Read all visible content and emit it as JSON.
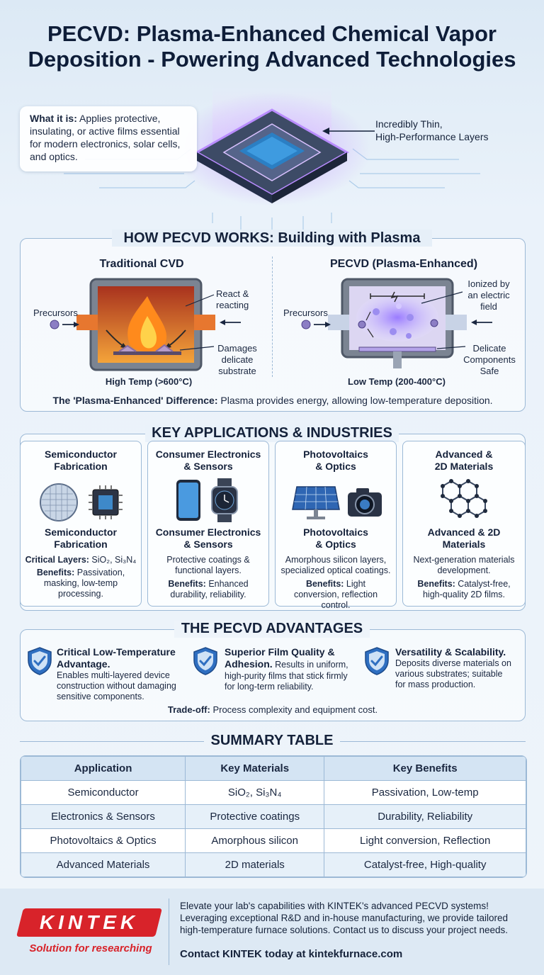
{
  "header": {
    "title_line1": "PECVD: Plasma-Enhanced Chemical Vapor",
    "title_line2": "Deposition - Powering Advanced Technologies"
  },
  "intro": {
    "what_label": "What it is:",
    "what_text": " Applies protective, insulating, or active films essential for modern electronics, solar cells, and optics.",
    "callout_line1": "Incredibly Thin,",
    "callout_line2": "High-Performance Layers"
  },
  "how": {
    "title": "HOW PECVD WORKS: Building with Plasma",
    "traditional": {
      "heading": "Traditional CVD",
      "precursors": "Precursors",
      "react_line1": "React &",
      "react_line2": "reacting",
      "damage_line1": "Damages",
      "damage_line2": "delicate",
      "damage_line3": "substrate",
      "temp": "High Temp (>600°C)"
    },
    "pecvd": {
      "heading": "PECVD (Plasma-Enhanced)",
      "precursors": "Precursors",
      "ionized_line1": "Ionized by",
      "ionized_line2": "an electric",
      "ionized_line3": "field",
      "safe_line1": "Delicate",
      "safe_line2": "Components",
      "safe_line3": "Safe",
      "temp": "Low Temp (200-400°C)"
    },
    "difference_label": "The 'Plasma-Enhanced' Difference:",
    "difference_text": " Plasma provides energy, allowing low-temperature deposition."
  },
  "applications": {
    "title": "KEY APPLICATIONS & INDUSTRIES",
    "cards": [
      {
        "top_l1": "Semiconductor",
        "top_l2": "Fabrication",
        "mid_l1": "Semiconductor",
        "mid_l2": "Fabrication",
        "icons": [
          "wafer-icon",
          "chip-icon"
        ],
        "desc_label": "Critical Layers:",
        "desc": " SiO₂, Si₃N₄",
        "benefits_label": "Benefits:",
        "benefits": " Passivation, masking, low-temp processing."
      },
      {
        "top_l1": "Consumer Electronics",
        "top_l2": "& Sensors",
        "mid_l1": "Consumer Electronics",
        "mid_l2": "& Sensors",
        "icons": [
          "smartphone-icon",
          "smartwatch-icon"
        ],
        "desc_label": "",
        "desc": "Protective coatings & functional layers.",
        "benefits_label": "Benefits:",
        "benefits": " Enhanced durability, reliability."
      },
      {
        "top_l1": "Photovoltaics",
        "top_l2": "& Optics",
        "mid_l1": "Photovoltaics",
        "mid_l2": "& Optics",
        "icons": [
          "solar-panel-icon",
          "camera-icon"
        ],
        "desc_label": "",
        "desc": "Amorphous silicon layers, specialized optical coatings.",
        "benefits_label": "Benefits:",
        "benefits": " Light conversion, reflection control."
      },
      {
        "top_l1": "Advanced &",
        "top_l2": "2D Materials",
        "mid_l1": "Advanced & 2D",
        "mid_l2": "Materials",
        "icons": [
          "graphene-lattice-icon"
        ],
        "desc_label": "",
        "desc": "Next-generation materials development.",
        "benefits_label": "Benefits:",
        "benefits": " Catalyst-free, high-quality 2D films."
      }
    ]
  },
  "advantages": {
    "title": "THE PECVD ADVANTAGES",
    "items": [
      {
        "heading_l1": "Critical Low-Temperature",
        "heading_l2": "Advantage.",
        "text_l1": "Enables multi-layered device",
        "text_l2": "construction without damaging",
        "text_l3": "sensitive components."
      },
      {
        "heading_l1": "Superior Film Quality &",
        "heading_l2": "Adhesion.",
        "inline_text": " Results in uniform,",
        "text_l1": "high-purity films that stick firmly",
        "text_l2": "for long-term reliability."
      },
      {
        "heading_l1": "Versatility & Scalability.",
        "text_l1": "Deposits diverse materials on",
        "text_l2": "various substrates; suitable",
        "text_l3": "for mass production."
      }
    ],
    "tradeoff_label": "Trade-off:",
    "tradeoff_text": " Process complexity and equipment cost."
  },
  "summary": {
    "title": "SUMMARY TABLE",
    "headers": [
      "Application",
      "Key Materials",
      "Key Benefits"
    ],
    "rows": [
      [
        "Semiconductor",
        "SiO₂, Si₃N₄",
        "Passivation, Low-temp"
      ],
      [
        "Electronics & Sensors",
        "Protective coatings",
        "Durability, Reliability"
      ],
      [
        "Photovoltaics & Optics",
        "Amorphous silicon",
        "Light conversion, Reflection"
      ],
      [
        "Advanced Materials",
        "2D materials",
        "Catalyst-free, High-quality"
      ]
    ]
  },
  "footer": {
    "brand": "KINTEK",
    "tagline": "Solution for researching",
    "text_l1": "Elevate your lab's capabilities with KINTEK's advanced PECVD systems!",
    "text_l2": "Leveraging exceptional R&D and in-house manufacturing, we provide tailored",
    "text_l3": "high-temperature furnace solutions. Contact us to discuss your project needs.",
    "contact": "Contact KINTEK today at kintekfurnace.com"
  },
  "colors": {
    "accent_red": "#d8232a",
    "shield_blue": "#2f6fc1",
    "plasma_purple": "#a77cf0"
  }
}
